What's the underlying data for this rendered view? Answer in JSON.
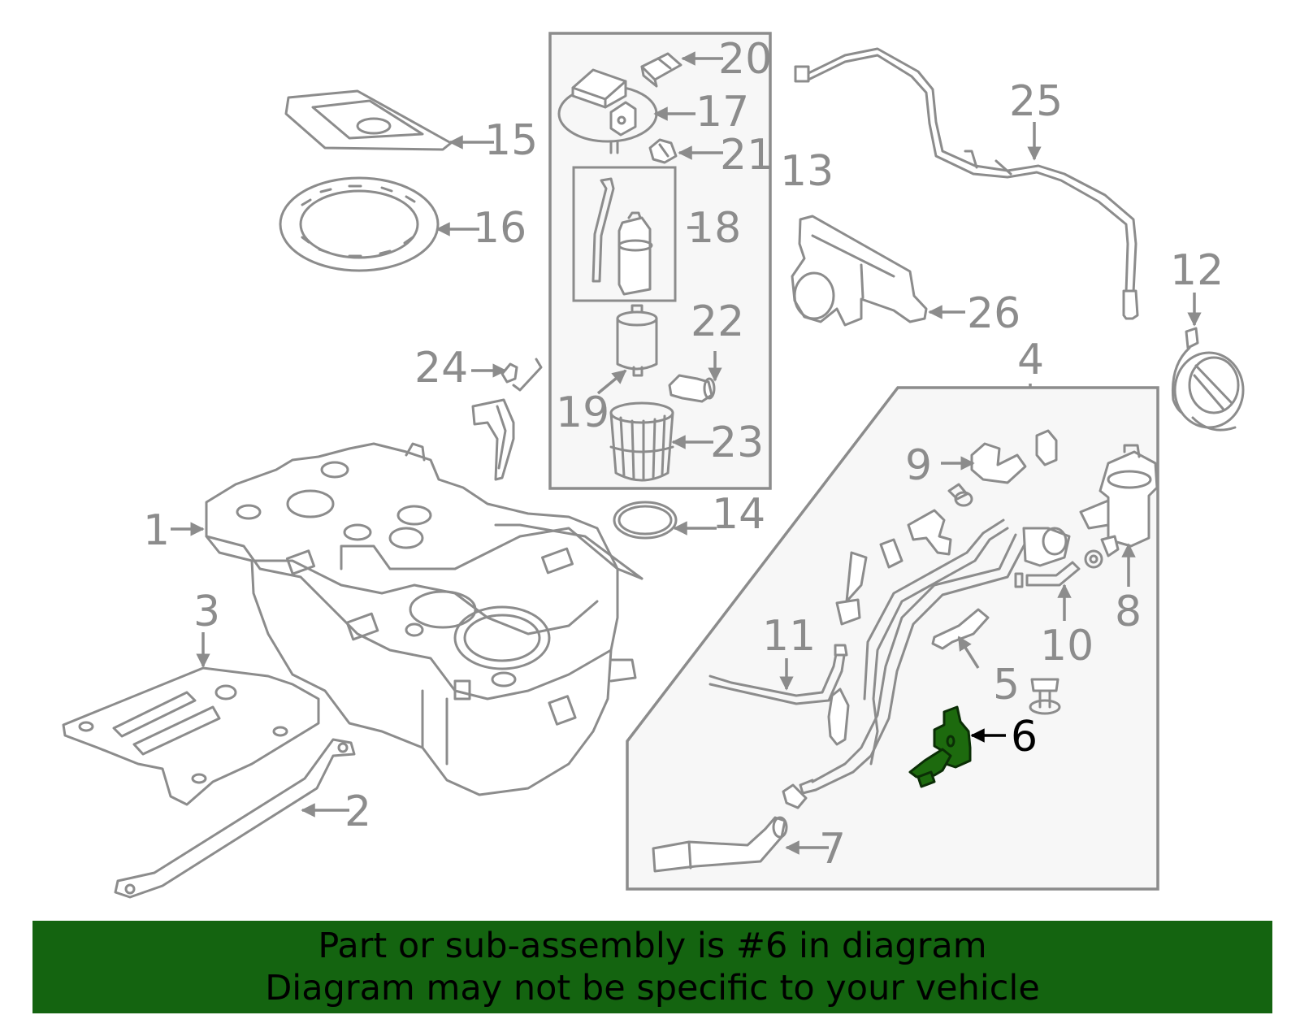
{
  "diagram": {
    "callouts": [
      "1",
      "2",
      "3",
      "4",
      "5",
      "6",
      "7",
      "8",
      "9",
      "10",
      "11",
      "12",
      "13",
      "14",
      "15",
      "16",
      "17",
      "18",
      "19",
      "20",
      "21",
      "22",
      "23",
      "24",
      "25",
      "26"
    ],
    "highlighted_part": "6",
    "highlight_color": "#1d6a0e"
  },
  "banner": {
    "line1": "Part or sub-assembly is #6 in diagram",
    "line2": "Diagram may not be specific to your vehicle",
    "background": "#146410"
  }
}
